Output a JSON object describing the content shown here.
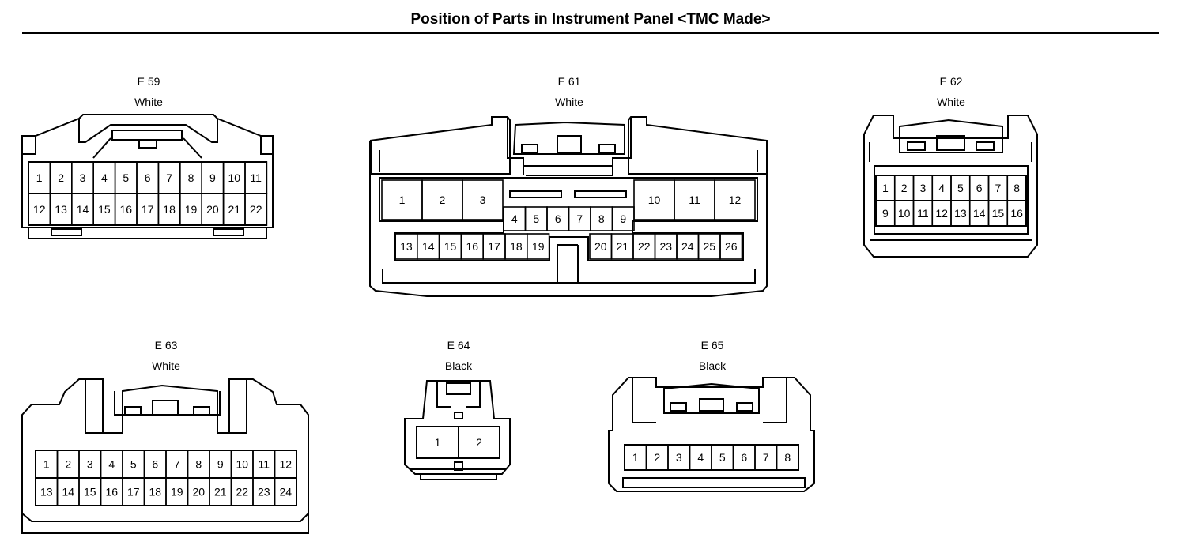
{
  "title": "Position of Parts in Instrument Panel <TMC Made>",
  "connectors": [
    {
      "code": "E 59",
      "color": "White",
      "pins": [
        "1",
        "2",
        "3",
        "4",
        "5",
        "6",
        "7",
        "8",
        "9",
        "10",
        "11",
        "12",
        "13",
        "14",
        "15",
        "16",
        "17",
        "18",
        "19",
        "20",
        "21",
        "22"
      ]
    },
    {
      "code": "E 61",
      "color": "White",
      "pins": [
        "1",
        "2",
        "3",
        "4",
        "5",
        "6",
        "7",
        "8",
        "9",
        "10",
        "11",
        "12",
        "13",
        "14",
        "15",
        "16",
        "17",
        "18",
        "19",
        "20",
        "21",
        "22",
        "23",
        "24",
        "25",
        "26"
      ]
    },
    {
      "code": "E 62",
      "color": "White",
      "pins": [
        "1",
        "2",
        "3",
        "4",
        "5",
        "6",
        "7",
        "8",
        "9",
        "10",
        "11",
        "12",
        "13",
        "14",
        "15",
        "16"
      ]
    },
    {
      "code": "E 63",
      "color": "White",
      "pins": [
        "1",
        "2",
        "3",
        "4",
        "5",
        "6",
        "7",
        "8",
        "9",
        "10",
        "11",
        "12",
        "13",
        "14",
        "15",
        "16",
        "17",
        "18",
        "19",
        "20",
        "21",
        "22",
        "23",
        "24"
      ]
    },
    {
      "code": "E 64",
      "color": "Black",
      "pins": [
        "1",
        "2"
      ]
    },
    {
      "code": "E 65",
      "color": "Black",
      "pins": [
        "1",
        "2",
        "3",
        "4",
        "5",
        "6",
        "7",
        "8"
      ]
    }
  ]
}
